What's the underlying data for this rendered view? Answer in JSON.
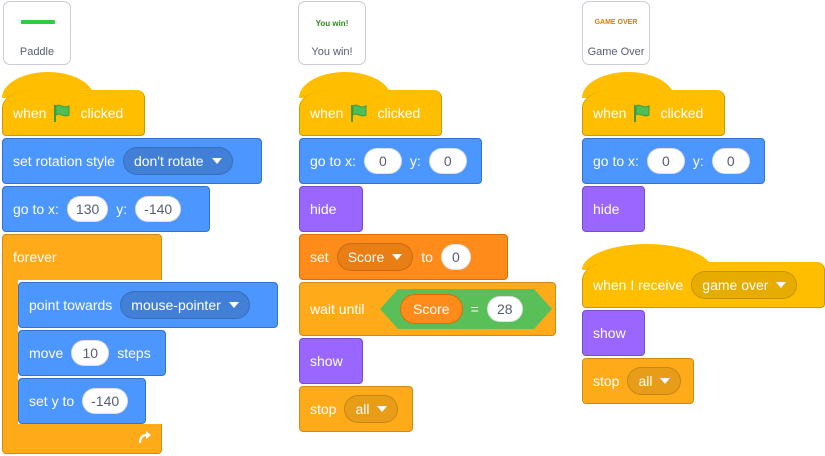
{
  "sprites": {
    "paddle": {
      "label": "Paddle"
    },
    "youwin": {
      "label": "You win!",
      "preview_text": "You win!",
      "preview_color": "#2e8b1e"
    },
    "gameover": {
      "label": "Game Over",
      "preview_text": "GAME OVER",
      "preview_color": "#e07b00"
    }
  },
  "paddle_script": {
    "hat": {
      "when": "when",
      "clicked": "clicked"
    },
    "rotation": {
      "label": "set rotation style",
      "value": "don't rotate"
    },
    "goto": {
      "label": "go to x:",
      "x": "130",
      "ylabel": "y:",
      "y": "-140"
    },
    "forever": "forever",
    "point": {
      "label": "point towards",
      "value": "mouse-pointer"
    },
    "move": {
      "label": "move",
      "value": "10",
      "suffix": "steps"
    },
    "sety": {
      "label": "set y to",
      "value": "-140"
    }
  },
  "youwin_script": {
    "hat": {
      "when": "when",
      "clicked": "clicked"
    },
    "goto": {
      "label": "go to x:",
      "x": "0",
      "ylabel": "y:",
      "y": "0"
    },
    "hide": "hide",
    "setvar": {
      "label": "set",
      "var": "Score",
      "to": "to",
      "value": "0"
    },
    "wait": {
      "label": "wait until",
      "var": "Score",
      "op": "=",
      "value": "28"
    },
    "show": "show",
    "stop": {
      "label": "stop",
      "value": "all"
    }
  },
  "gameover_script": {
    "hat": {
      "when": "when",
      "clicked": "clicked"
    },
    "goto": {
      "label": "go to x:",
      "x": "0",
      "ylabel": "y:",
      "y": "0"
    },
    "hide": "hide",
    "receive": {
      "label": "when I receive",
      "value": "game over"
    },
    "show": "show",
    "stop": {
      "label": "stop",
      "value": "all"
    }
  },
  "colors": {
    "motion": "#4c97ff",
    "events": "#ffbf00",
    "control": "#ffab19",
    "looks": "#9966ff",
    "variables": "#ff8c1a",
    "operators": "#59c059",
    "flag": "#4cbf56"
  }
}
